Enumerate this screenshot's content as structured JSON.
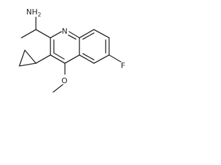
{
  "molecule": {
    "atoms": {
      "amine": "NH",
      "amine_h_count": "2",
      "ring_nitrogen": "N",
      "fluorine": "F",
      "methoxy_oxygen": "O"
    },
    "colors": {
      "bond": "#222222",
      "text": "#222222",
      "background": "#ffffff"
    }
  }
}
